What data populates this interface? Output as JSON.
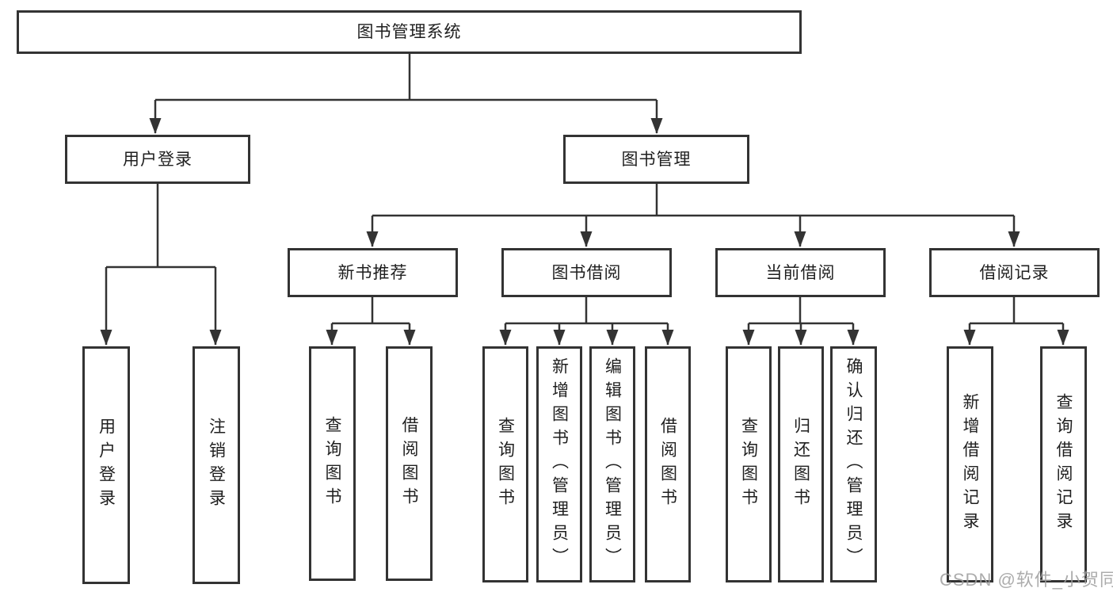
{
  "tree": {
    "root": {
      "label": "图书管理系统",
      "children": [
        {
          "label": "用户登录",
          "children": [
            {
              "label": "用户登录"
            },
            {
              "label": "注销登录"
            }
          ]
        },
        {
          "label": "图书管理",
          "children": [
            {
              "label": "新书推荐",
              "children": [
                {
                  "label": "查询图书"
                },
                {
                  "label": "借阅图书"
                }
              ]
            },
            {
              "label": "图书借阅",
              "children": [
                {
                  "label": "查询图书"
                },
                {
                  "label": "新增图书（管理员）"
                },
                {
                  "label": "编辑图书（管理员）"
                },
                {
                  "label": "借阅图书"
                }
              ]
            },
            {
              "label": "当前借阅",
              "children": [
                {
                  "label": "查询图书"
                },
                {
                  "label": "归还图书"
                },
                {
                  "label": "确认归还（管理员）"
                }
              ]
            },
            {
              "label": "借阅记录",
              "children": [
                {
                  "label": "新增借阅记录"
                },
                {
                  "label": "查询借阅记录"
                }
              ]
            }
          ]
        }
      ]
    }
  },
  "watermark": "CSDN @软件_小贺同学",
  "colors": {
    "line": "#333333",
    "box_border": "#333333",
    "box_fill": "#ffffff",
    "text": "#1f1f1f",
    "watermark_text": "#9e9e9e",
    "background": "#ffffff"
  }
}
